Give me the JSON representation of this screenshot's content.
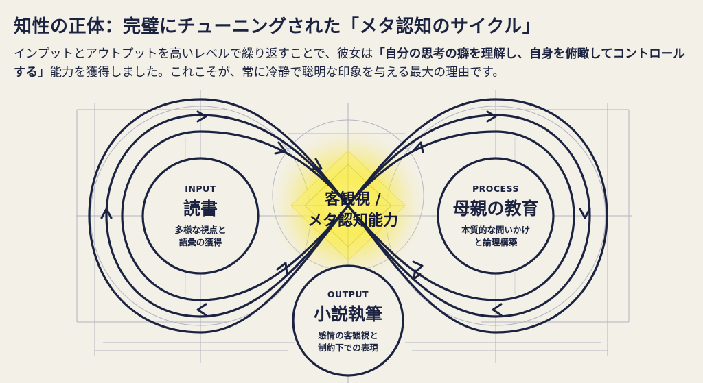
{
  "title": "知性の正体：完璧にチューニングされた「メタ認知のサイクル」",
  "description": {
    "part1": "インプットとアウトプットを高いレベルで繰り返すことで、彼女は",
    "bold": "「自分の思考の癖を理解し、自身を俯瞰してコントロールする」",
    "part2": "能力を獲得しました。これこそが、常に冷静で聡明な印象を与える最大の理由です。"
  },
  "center": {
    "line1": "客観視 /",
    "line2": "メタ認知能力"
  },
  "input": {
    "tag": "INPUT",
    "name": "読書",
    "sub1": "多様な視点と",
    "sub2": "語彙の獲得"
  },
  "process": {
    "tag": "PROCESS",
    "name": "母親の教育",
    "sub1": "本質的な問いかけ",
    "sub2": "と論理構築"
  },
  "output": {
    "tag": "OUTPUT",
    "name": "小説執筆",
    "sub1": "感情の客観視と",
    "sub2": "制約下での表現"
  },
  "colors": {
    "navy": "#1b2340",
    "background": "#f3f0e8",
    "glow": "#f7ea3c",
    "guide": "#9aa0b4"
  }
}
